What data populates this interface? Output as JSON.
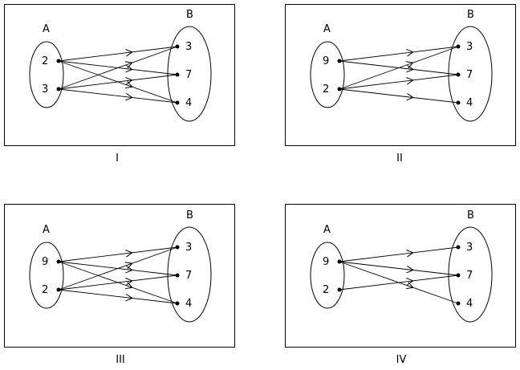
{
  "panels": [
    {
      "caption": "I",
      "set_a_label": "A",
      "set_b_label": "B",
      "a_elements": [
        "2",
        "3"
      ],
      "b_elements": [
        "3",
        "7",
        "4"
      ],
      "mappings": [
        {
          "from": "2",
          "to": "3"
        },
        {
          "from": "2",
          "to": "7"
        },
        {
          "from": "2",
          "to": "4"
        },
        {
          "from": "3",
          "to": "3"
        },
        {
          "from": "3",
          "to": "7"
        },
        {
          "from": "3",
          "to": "4"
        }
      ]
    },
    {
      "caption": "II",
      "set_a_label": "A",
      "set_b_label": "B",
      "a_elements": [
        "9",
        "2"
      ],
      "b_elements": [
        "3",
        "7",
        "4"
      ],
      "mappings": [
        {
          "from": "9",
          "to": "3"
        },
        {
          "from": "9",
          "to": "7"
        },
        {
          "from": "2",
          "to": "3"
        },
        {
          "from": "2",
          "to": "7"
        },
        {
          "from": "2",
          "to": "4"
        }
      ]
    },
    {
      "caption": "III",
      "set_a_label": "A",
      "set_b_label": "B",
      "a_elements": [
        "9",
        "2"
      ],
      "b_elements": [
        "3",
        "7",
        "4"
      ],
      "mappings": [
        {
          "from": "9",
          "to": "3"
        },
        {
          "from": "9",
          "to": "7"
        },
        {
          "from": "9",
          "to": "4"
        },
        {
          "from": "2",
          "to": "3"
        },
        {
          "from": "2",
          "to": "7"
        },
        {
          "from": "2",
          "to": "4"
        }
      ]
    },
    {
      "caption": "IV",
      "set_a_label": "A",
      "set_b_label": "B",
      "a_elements": [
        "9",
        "2"
      ],
      "b_elements": [
        "3",
        "7",
        "4"
      ],
      "mappings": [
        {
          "from": "9",
          "to": "3"
        },
        {
          "from": "9",
          "to": "7"
        },
        {
          "from": "9",
          "to": "4"
        },
        {
          "from": "2",
          "to": "7"
        }
      ]
    }
  ]
}
